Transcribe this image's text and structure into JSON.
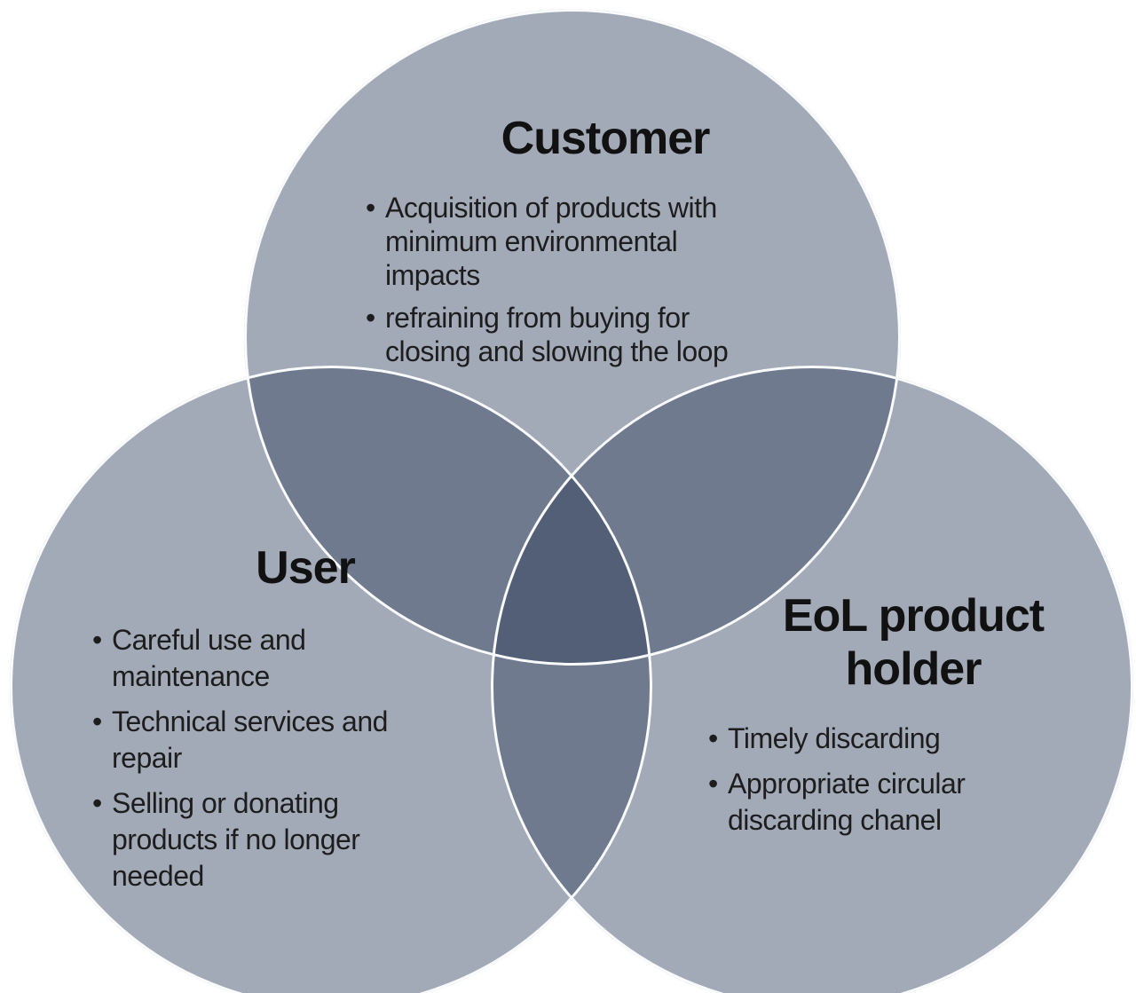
{
  "diagram": {
    "type": "venn-3-circle",
    "bullet_glyph": "•",
    "colors": {
      "background": "#ffffff",
      "circle_fill_rgba": "rgba(46, 62, 92, 0.44)",
      "single_circle_shade": "#a4abb7",
      "double_overlap_shade": "#707d8e",
      "triple_overlap_shade": "#5a6679",
      "circle_outline": "#fafbfd",
      "title_text": "#111111",
      "bullet_text": "#1d1d1d"
    },
    "circles": [
      {
        "id": "customer",
        "position": "top",
        "title": "Customer",
        "bullets": [
          "Acquisition of products with\nminimum environmental\nimpacts",
          "refraining from buying for\nclosing and slowing the loop"
        ]
      },
      {
        "id": "user",
        "position": "bottom-left",
        "title": "User",
        "bullets": [
          "Careful use and\nmaintenance",
          "Technical services and\nrepair",
          "Selling or donating\nproducts if no longer\nneeded"
        ]
      },
      {
        "id": "eol-product-holder",
        "position": "bottom-right",
        "title": "EoL product\nholder",
        "bullets": [
          "Timely discarding",
          "Appropriate circular\ndiscarding chanel"
        ]
      }
    ]
  }
}
